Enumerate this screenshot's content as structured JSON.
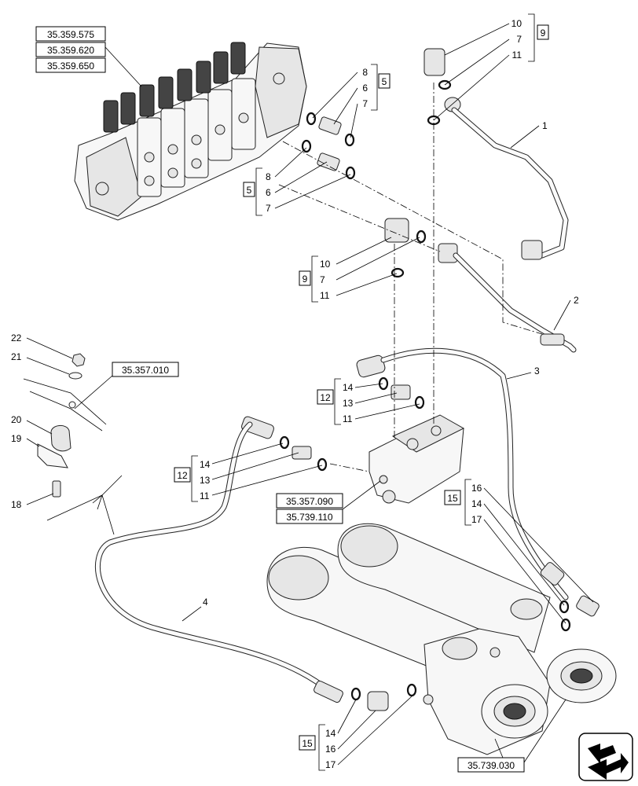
{
  "refs": {
    "valve_block": [
      "35.359.575",
      "35.359.620",
      "35.359.650"
    ],
    "bracket": "35.357.010",
    "manifold": [
      "35.357.090",
      "35.739.110"
    ],
    "cylinder": "35.739.030"
  },
  "groups": {
    "g9_top": "9",
    "g5_top": "5",
    "g5_bottom": "5",
    "g9_mid": "9",
    "g12_mid": "12",
    "g12_left": "12",
    "g15_right": "15",
    "g15_bottom": "15"
  },
  "labels": {
    "g9_top": [
      "10",
      "7",
      "11"
    ],
    "g5_top": [
      "8",
      "6",
      "7"
    ],
    "g5_bottom": [
      "8",
      "6",
      "7"
    ],
    "g9_mid": [
      "10",
      "7",
      "11"
    ],
    "g12_mid": [
      "14",
      "13",
      "11"
    ],
    "g12_left": [
      "14",
      "13",
      "11"
    ],
    "g15_right": [
      "16",
      "14",
      "17"
    ],
    "g15_bottom": [
      "14",
      "16",
      "17"
    ],
    "pipe1": "1",
    "pipe2": "2",
    "hose3": "3",
    "hose4": "4",
    "p22": "22",
    "p21": "21",
    "p20": "20",
    "p19": "19",
    "p18": "18"
  },
  "icons": {
    "corner": "navigation-arrow-icon"
  }
}
